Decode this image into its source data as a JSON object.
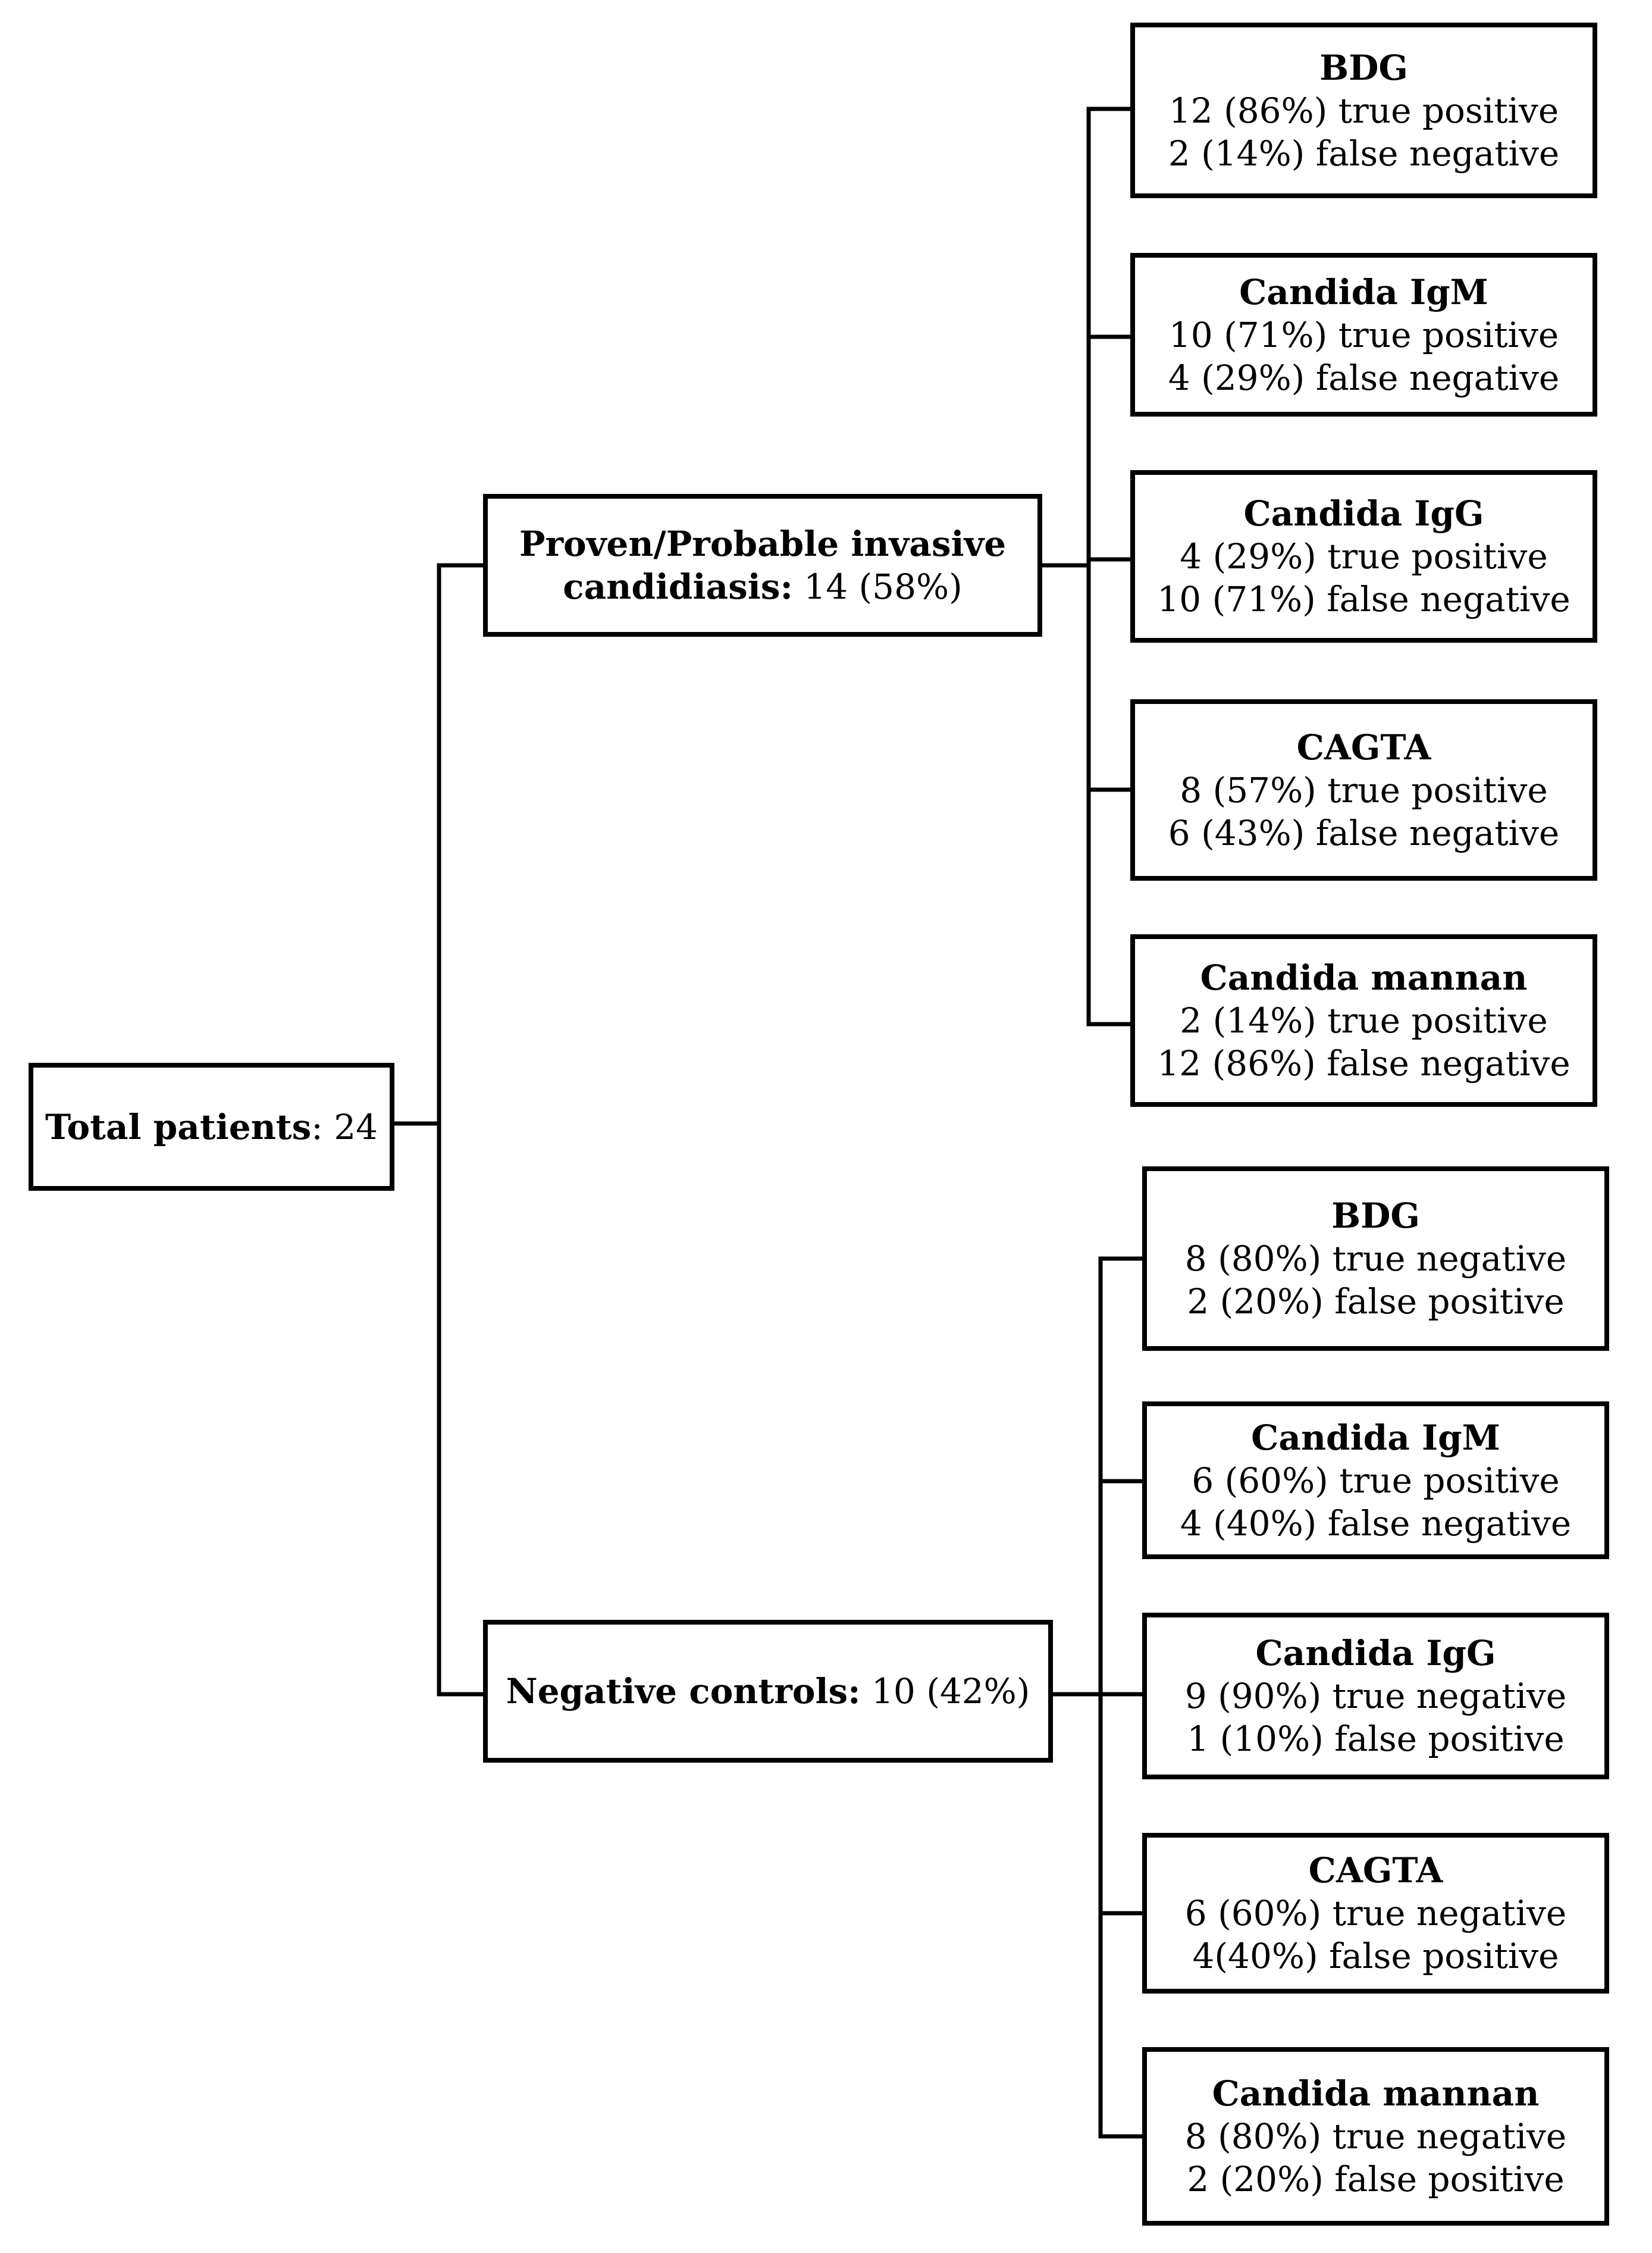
{
  "root": {
    "label": "Total patients",
    "value": ": 24"
  },
  "groups": [
    {
      "label_line1": "Proven/Probable invasive",
      "label_line2_bold": "candidiasis:",
      "label_line2_value": " 14 (58%)",
      "tests": [
        {
          "name": "BDG",
          "line1": "12 (86%) true positive",
          "line2": "2 (14%) false negative"
        },
        {
          "name": "Candida IgM",
          "line1": "10 (71%) true positive",
          "line2": "4 (29%) false negative"
        },
        {
          "name": "Candida IgG",
          "line1": "4 (29%) true positive",
          "line2": "10 (71%) false negative"
        },
        {
          "name": "CAGTA",
          "line1": "8 (57%) true positive",
          "line2": "6 (43%) false negative"
        },
        {
          "name": "Candida mannan",
          "line1": "2 (14%) true positive",
          "line2": "12 (86%) false negative"
        }
      ]
    },
    {
      "label_bold": "Negative controls:",
      "label_value": " 10 (42%)",
      "tests": [
        {
          "name": "BDG",
          "line1": "8 (80%) true negative",
          "line2": "2 (20%) false positive"
        },
        {
          "name": "Candida IgM",
          "line1": "6 (60%) true positive",
          "line2": "4 (40%) false negative"
        },
        {
          "name": "Candida IgG",
          "line1": "9 (90%) true negative",
          "line2": "1 (10%) false positive"
        },
        {
          "name": "CAGTA",
          "line1": "6 (60%) true negative",
          "line2": "4(40%) false positive"
        },
        {
          "name": "Candida mannan",
          "line1": "8 (80%) true negative",
          "line2": "2 (20%) false positive"
        }
      ]
    }
  ]
}
